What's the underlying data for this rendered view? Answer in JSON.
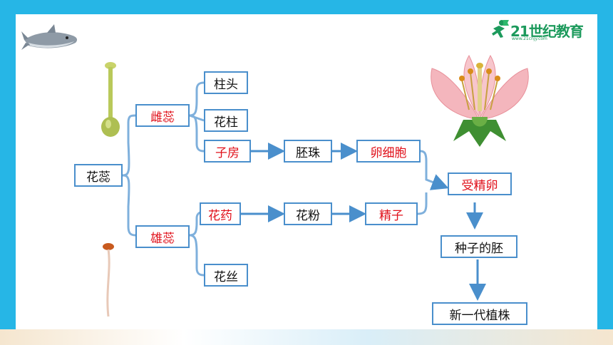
{
  "logo": {
    "text": "21世纪教育",
    "subtext": "www.21cnjy.com"
  },
  "nodes": {
    "huarui": "花蕊",
    "cirui": "雌蕊",
    "xiongrui": "雄蕊",
    "zhutou": "柱头",
    "huazhu": "花柱",
    "zifang": "子房",
    "huayao": "花药",
    "huasi": "花丝",
    "peizhu": "胚珠",
    "huafen": "花粉",
    "luanxibao": "卵细胞",
    "jingzi": "精子",
    "shoujingluan": "受精卵",
    "zhongzi_pei": "种子的胚",
    "xinyidai": "新一代植株"
  },
  "colors": {
    "accent": "#4a8fcc",
    "highlight": "#e0101a",
    "frame": "#26b6e6"
  }
}
